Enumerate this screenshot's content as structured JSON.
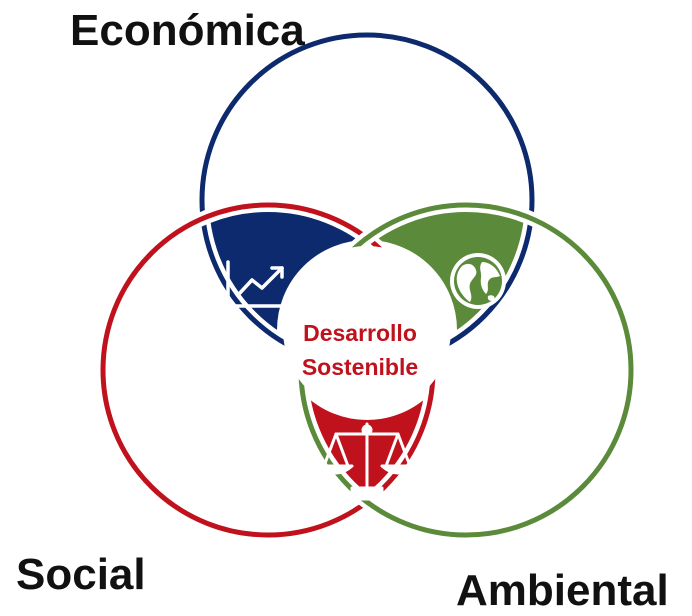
{
  "labels": {
    "economica": "Económica",
    "social": "Social",
    "ambiental": "Ambiental"
  },
  "center": {
    "line1": "Desarrollo",
    "line2": "Sostenible"
  },
  "colors": {
    "economica": "#0e2a6e",
    "social": "#c0121d",
    "ambiental": "#5b8a3a"
  },
  "icons": {
    "economica": "growth-chart-icon",
    "ambiental": "globe-icon",
    "social": "scales-icon"
  }
}
